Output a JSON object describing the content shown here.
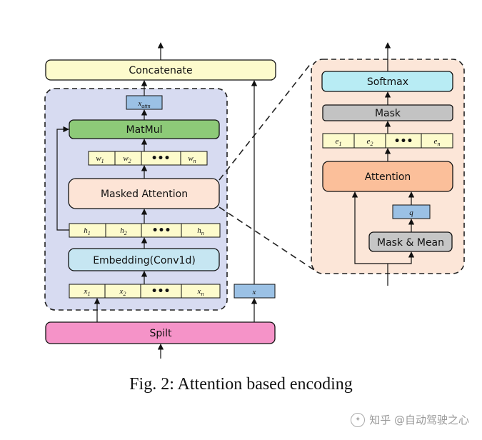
{
  "figure": {
    "caption": "Fig. 2: Attention based encoding",
    "watermark": "知乎 @自动驾驶之心"
  },
  "left_module": {
    "concatenate_label": "Concatenate",
    "x_attn_label": "x",
    "x_attn_sub": "attn",
    "matmul_label": "MatMul",
    "weights": [
      {
        "var": "w",
        "sub": "1"
      },
      {
        "var": "w",
        "sub": "2"
      },
      {
        "var": "•••",
        "sub": ""
      },
      {
        "var": "w",
        "sub": "n"
      }
    ],
    "masked_attention_label": "Masked Attention",
    "hidden": [
      {
        "var": "h",
        "sub": "1"
      },
      {
        "var": "h",
        "sub": "2"
      },
      {
        "var": "•••",
        "sub": ""
      },
      {
        "var": "h",
        "sub": "n"
      }
    ],
    "embedding_label": "Embedding(Conv1d)",
    "inputs": [
      {
        "var": "x",
        "sub": "1"
      },
      {
        "var": "x",
        "sub": "2"
      },
      {
        "var": "•••",
        "sub": ""
      },
      {
        "var": "x",
        "sub": "n"
      }
    ],
    "x_bypass_label": "x",
    "split_label": "Spilt"
  },
  "right_module": {
    "softmax_label": "Softmax",
    "mask_label": "Mask",
    "energies": [
      {
        "var": "e",
        "sub": "1"
      },
      {
        "var": "e",
        "sub": "2"
      },
      {
        "var": "•••",
        "sub": ""
      },
      {
        "var": "e",
        "sub": "n"
      }
    ],
    "attention_label": "Attention",
    "q_label": "q",
    "mask_mean_label": "Mask & Mean"
  },
  "colors": {
    "concatenate": "#fdfbcc",
    "matmul": "#8dca78",
    "masked_attention": "#fde4d6",
    "embedding": "#c6e6f2",
    "split": "#f593c8",
    "cell_yellow": "#fdfbcc",
    "x_box": "#9bc1e5",
    "left_panel": "#d7dbf1",
    "right_panel": "#fce6d8",
    "softmax": "#b8ecf4",
    "mask": "#c3c3c3",
    "attention": "#fbbf9a",
    "mask_mean": "#c6c6c6"
  }
}
